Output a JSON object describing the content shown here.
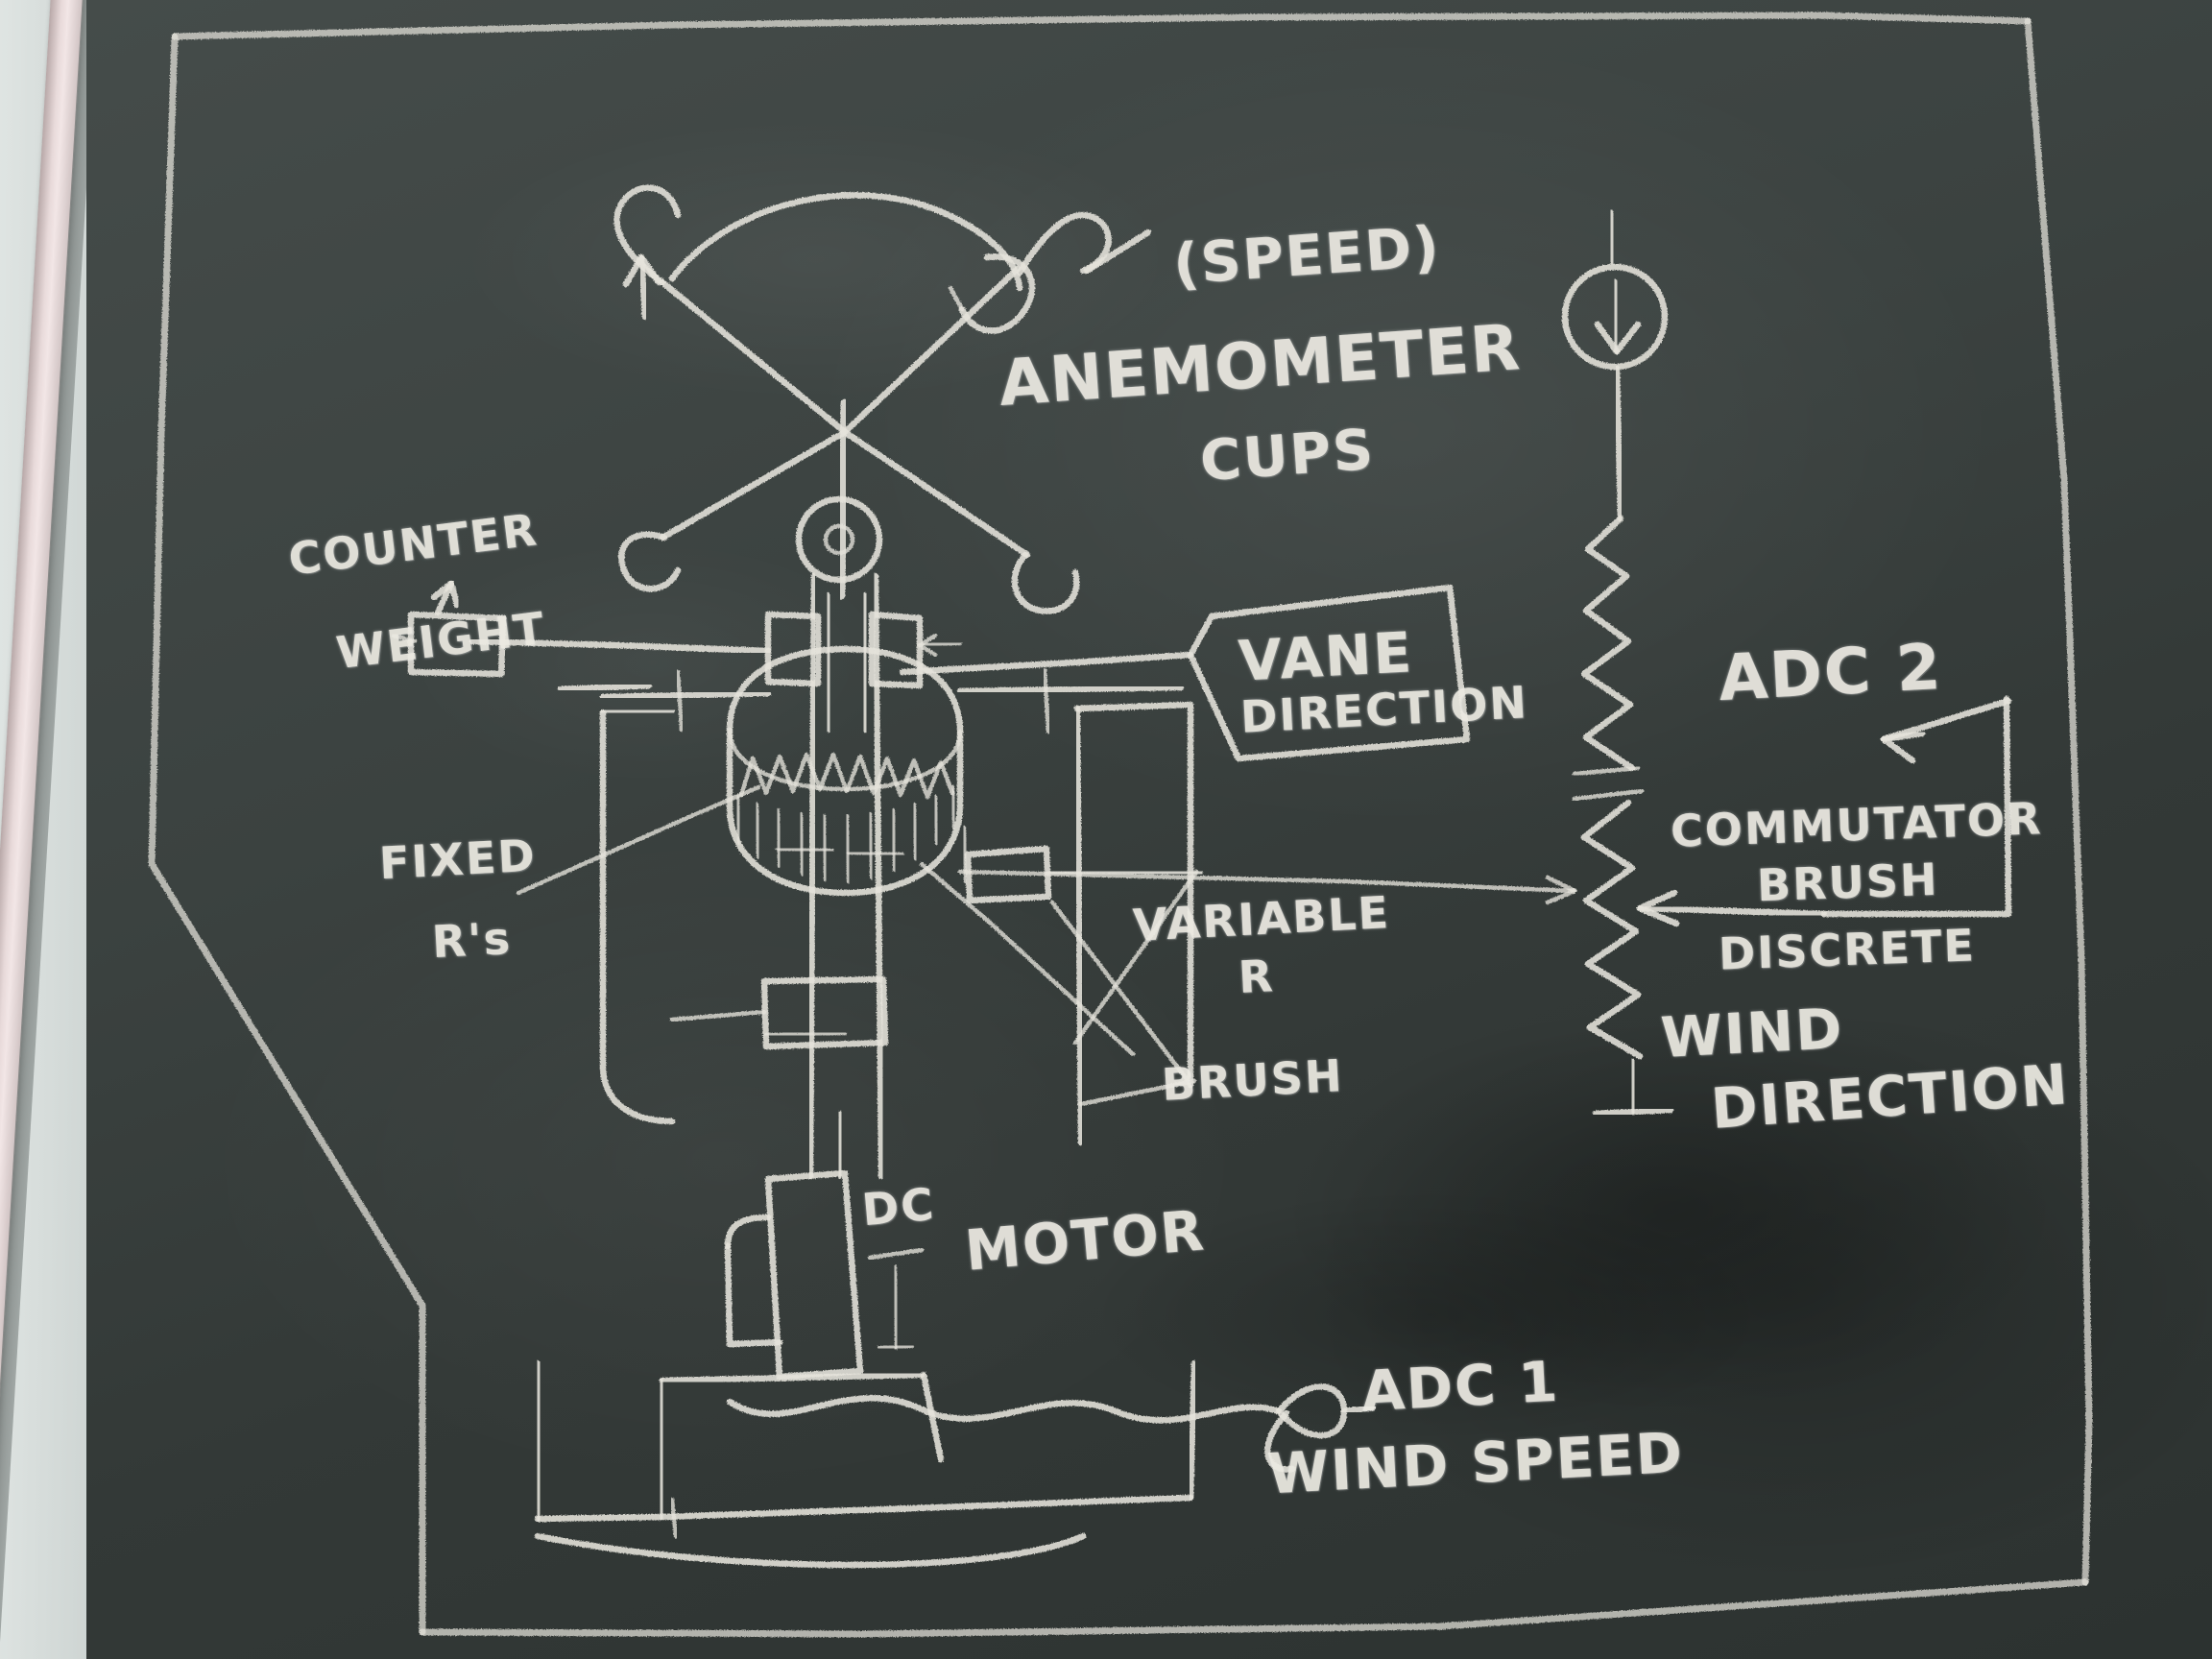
{
  "scene": {
    "medium": "chalkboard",
    "title_text": "ANEMOMETER CUPS",
    "board_color": "#3b4240",
    "chalk_color": "#e6e4dc",
    "wall_color": "#c8d0ce",
    "frame_color": "#e8dada"
  },
  "labels": {
    "speed": "(SPEED)",
    "anemometer": "ANEMOMETER",
    "cups": "CUPS",
    "counter": "COUNTER",
    "weight": "WEIGHT",
    "vane": "VANE",
    "vane_direction": "DIRECTION",
    "fixed": "FIXED",
    "fixed_rs": "R's",
    "variable": "VARIABLE",
    "variable_r": "R",
    "brush": "BRUSH",
    "dc": "DC",
    "motor": "MOTOR",
    "adc1": "ADC 1",
    "wind_speed": "WIND SPEED",
    "adc2": "ADC 2",
    "commutator": "COMMUTATOR",
    "commutator_brush": "BRUSH",
    "discrete": "DISCRETE",
    "wind": "WIND",
    "direction": "DIRECTION"
  },
  "diagram": {
    "elements": [
      {
        "name": "anemometer-cups",
        "count": 4,
        "note": "four cups on two crossed arms"
      },
      {
        "name": "rotor-shaft",
        "note": "vertical shaft from cups down through bearing"
      },
      {
        "name": "bearing-collar",
        "note": "small circle at top of mast"
      },
      {
        "name": "counter-weight",
        "note": "block on left horizontal arm"
      },
      {
        "name": "wind-vane-arm",
        "note": "horizontal arm to the right pointing to VANE DIRECTION callout"
      },
      {
        "name": "commutator-drum",
        "note": "circular drum with resistor zigzags and segment bars"
      },
      {
        "name": "resistor-ladder",
        "note": "vertical chain of zigzag resistors on right side"
      },
      {
        "name": "current-source",
        "note": "circle with downward arrow at top of ladder"
      },
      {
        "name": "commutator-brush-tap",
        "note": "arrow pointing left into resistor ladder"
      },
      {
        "name": "dc-motor-body",
        "note": "rectangular box low on mast"
      },
      {
        "name": "tripod-base",
        "note": "base stand with legs at bottom"
      },
      {
        "name": "signal-wire",
        "note": "wavy wire leading right to ADC 1"
      }
    ]
  }
}
